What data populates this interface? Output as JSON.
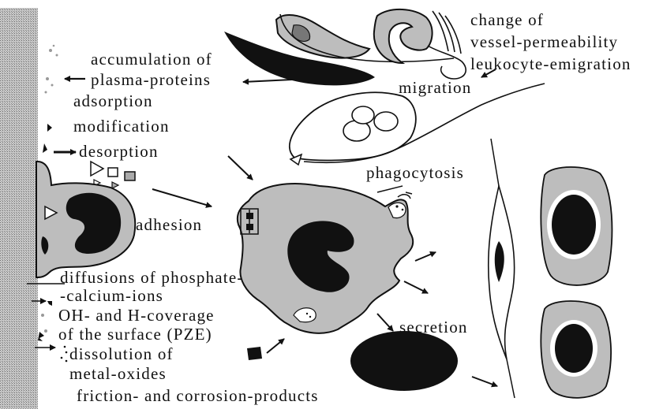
{
  "colors": {
    "cell_fill": "#bdbdbd",
    "nucleus": "#111111",
    "line": "#111111",
    "implant_surface": "#b4b4b4"
  },
  "labels": {
    "vessel_change_line1": "change of",
    "vessel_change_line2": "vessel-permeability",
    "vessel_change_line3": "leukocyte-emigration",
    "migration": "migration",
    "accumulation_line1": "accumulation of",
    "accumulation_line2": "plasma-proteins",
    "adsorption": "adsorption",
    "modification": "modification",
    "desorption": "desorption",
    "adhesion": "adhesion",
    "phagocytosis": "phagocytosis",
    "diffusion_line1": "diffusions of phosphate-",
    "diffusion_line2": "-calcium-ions",
    "coverage_line1": "OH- and H-coverage",
    "coverage_line2": "of the surface (PZE)",
    "dissolution_line1": "dissolution of",
    "dissolution_line2": "metal-oxides",
    "friction": "friction- and corrosion-products",
    "secretion": "secretion"
  }
}
